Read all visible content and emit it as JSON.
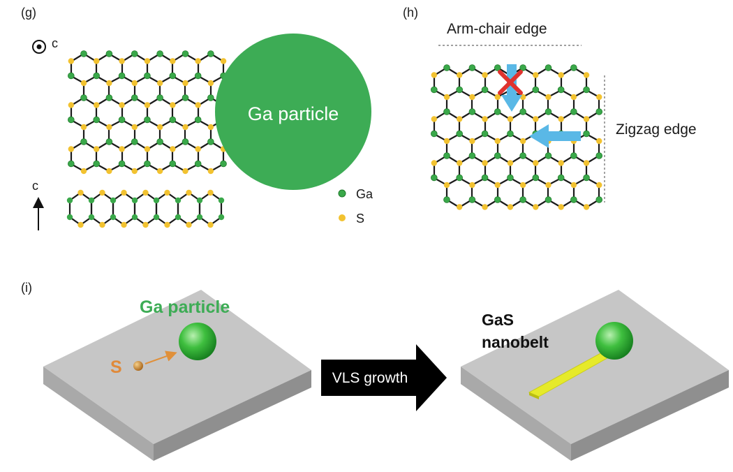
{
  "panels": {
    "g": {
      "label": "(g)",
      "axis_dot_label": "c",
      "axis_arrow_label": "c",
      "particle_label": "Ga particle",
      "legend": [
        {
          "name": "Ga",
          "color": "#3aa84a"
        },
        {
          "name": "S",
          "color": "#f2c230"
        }
      ]
    },
    "h": {
      "label": "(h)",
      "armchair_label": "Arm-chair edge",
      "zigzag_label": "Zigzag edge"
    },
    "i": {
      "label": "(i)",
      "particle_label": "Ga particle",
      "sulfur_label": "S",
      "arrow_label": "VLS growth",
      "product_line1": "GaS",
      "product_line2": "nanobelt"
    }
  },
  "colors": {
    "ga_atom": "#3aa84a",
    "s_atom": "#f2c230",
    "bond": "#1a1a1a",
    "ga_particle": "#3dac55",
    "indicator_arrow": "#5ab8e6",
    "blocked_cross": "#e0332e",
    "substrate_top": "#c6c6c6",
    "substrate_side": "#8f8f8f",
    "substrate_front": "#a9a9a9",
    "nanobelt": "#e6ea2a",
    "sulfur_label": "#e08a3a"
  }
}
